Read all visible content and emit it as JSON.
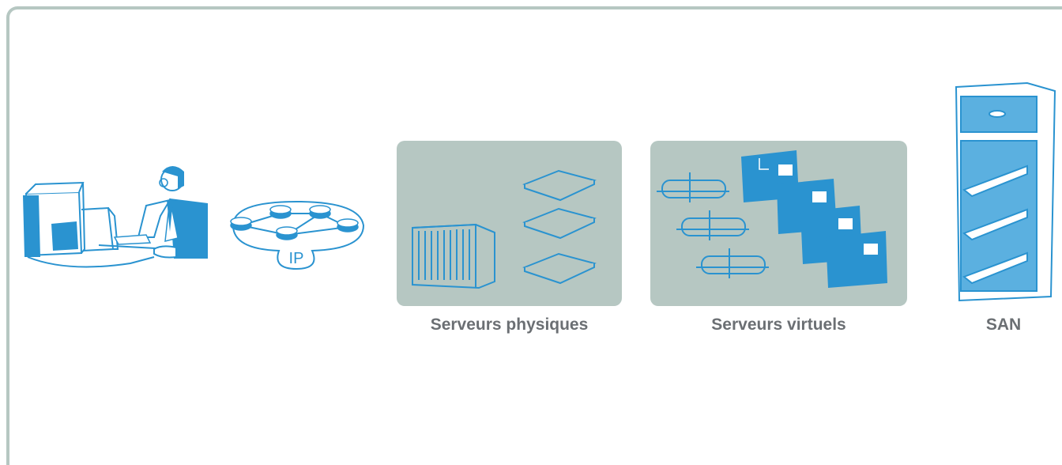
{
  "diagram": {
    "nodes": [
      {
        "id": "user",
        "icon": "user-workstation-icon"
      },
      {
        "id": "ip-network",
        "icon": "ip-network-icon",
        "text": "IP"
      },
      {
        "id": "physical-servers",
        "icon": "physical-servers-icon",
        "label": "Serveurs physiques"
      },
      {
        "id": "virtual-servers",
        "icon": "virtual-servers-icon",
        "label": "Serveurs virtuels"
      },
      {
        "id": "san",
        "icon": "san-storage-icon",
        "label": "SAN"
      }
    ]
  },
  "colors": {
    "accent": "#2a93d0",
    "panel": "#b6c7c2",
    "frame": "#b6c7c2",
    "label": "#6b6f73"
  }
}
